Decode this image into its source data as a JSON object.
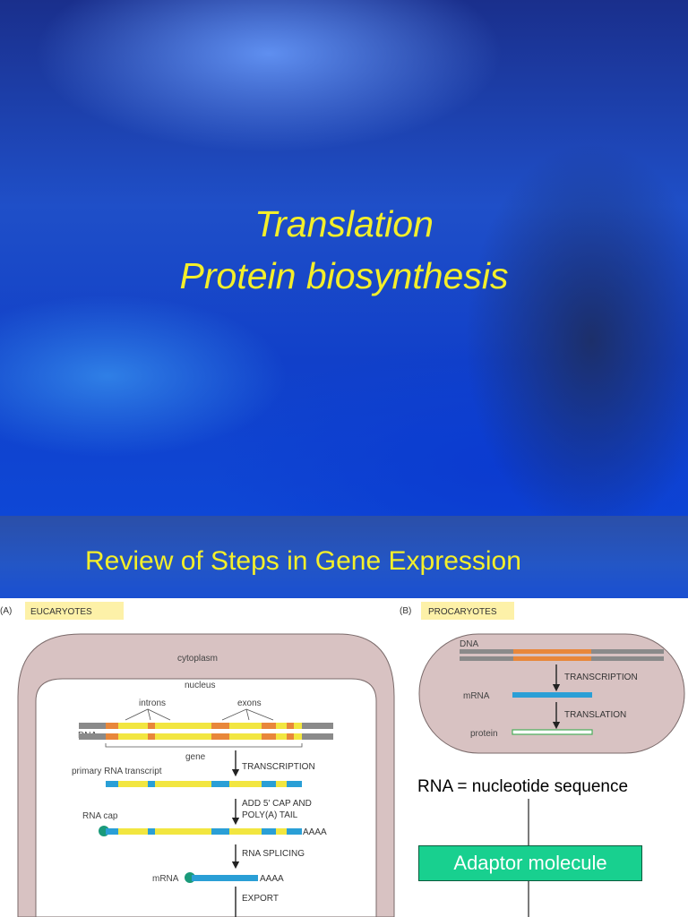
{
  "slide1": {
    "title_line1": "Translation",
    "title_line2": "Protein biosynthesis"
  },
  "slide2": {
    "heading": "Review of Steps in Gene Expression",
    "panel_a": {
      "letter": "(A)",
      "tag": "EUCARYOTES",
      "cytoplasm": "cytoplasm",
      "nucleus": "nucleus",
      "introns": "introns",
      "exons": "exons",
      "dna": "DNA",
      "gene": "gene",
      "primary_transcript": "primary RNA transcript",
      "transcription": "TRANSCRIPTION",
      "cap_step_1": "ADD 5' CAP AND",
      "cap_step_2": "POLY(A) TAIL",
      "rna_cap": "RNA cap",
      "polya_1": "AAAA",
      "splicing": "RNA SPLICING",
      "mrna": "mRNA",
      "polya_2": "AAAA",
      "export": "EXPORT"
    },
    "panel_b": {
      "letter": "(B)",
      "tag": "PROCARYOTES",
      "dna": "DNA",
      "transcription": "TRANSCRIPTION",
      "mrna": "mRNA",
      "translation": "TRANSLATION",
      "protein": "protein"
    },
    "rna_label": "RNA = nucleotide sequence",
    "adaptor": "Adaptor molecule"
  },
  "colors": {
    "title_yellow": "#f4ef2a",
    "cell_fill": "#d8c2c2",
    "dna_orange": "#e8873a",
    "rna_blue": "#2a9fd6",
    "exon_yellow": "#f2e640",
    "tag_yellow": "#fdf1a8",
    "adaptor_green": "#18d08f"
  }
}
